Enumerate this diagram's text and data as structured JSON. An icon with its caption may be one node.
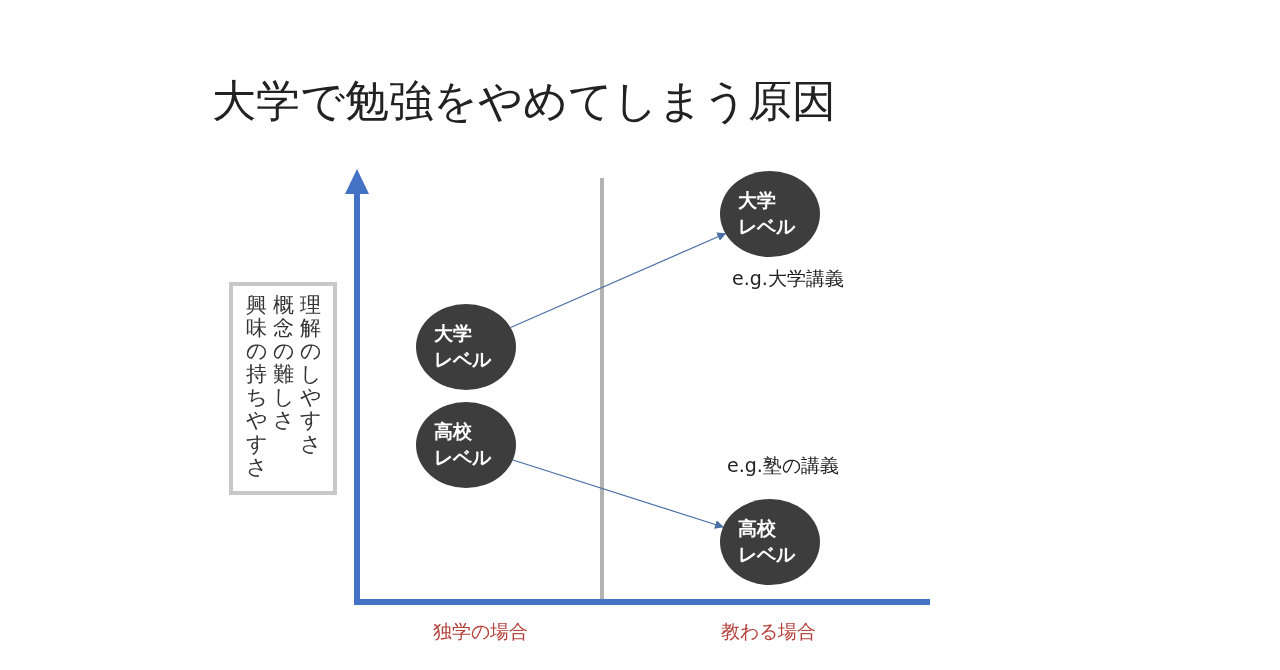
{
  "diagram": {
    "title": "大学で勉強をやめてしまう原因",
    "nodes": [
      {
        "text": [
          "興味の持ちやすさ",
          "概念の難しさ",
          "理解のしやすさ"
        ]
      },
      {
        "text": [
          "大学レベル"
        ]
      },
      {
        "text": [
          "高校レベル"
        ]
      },
      {
        "text": [
          "大学レベル"
        ],
        "beside": [
          "e.g.大学講義"
        ]
      },
      {
        "text": [
          "高校レベル"
        ],
        "beside": [
          "e.g.塾の講義"
        ]
      }
    ],
    "edges": [
      {
        "from": 1,
        "to": 3,
        "arrow": "to"
      },
      {
        "from": 2,
        "to": 4,
        "arrow": "to"
      }
    ],
    "labels": [
      "独学の場合",
      "教わる場合"
    ]
  }
}
